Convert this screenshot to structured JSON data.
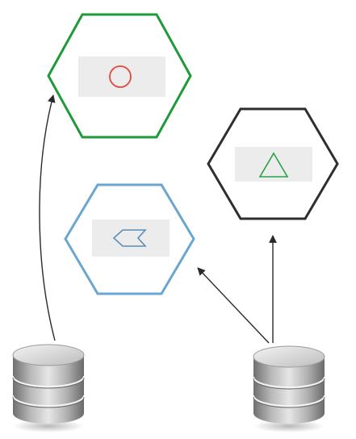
{
  "colors": {
    "background": "#ffffff",
    "hexagon_top_left": "#1f9a3a",
    "hexagon_middle_left": "#6aa6cf",
    "hexagon_right": "#2e2e2e",
    "inner_panel": "#ececec",
    "circle_symbol": "#e24a3b",
    "triangle_symbol": "#2aa24a",
    "chevron_symbol": "#5a8fb5",
    "arrows": "#2a2a2a",
    "database_body": "#a9a9a9"
  },
  "nodes": [
    {
      "name": "hexagon-circle",
      "symbol": "circle-icon"
    },
    {
      "name": "hexagon-chevron",
      "symbol": "chevron-icon"
    },
    {
      "name": "hexagon-triangle",
      "symbol": "triangle-icon"
    },
    {
      "name": "database-left",
      "symbol": "database-icon"
    },
    {
      "name": "database-right",
      "symbol": "database-icon"
    }
  ],
  "edges": [
    {
      "from": "database-left",
      "to": "hexagon-circle"
    },
    {
      "from": "database-right",
      "to": "hexagon-chevron"
    },
    {
      "from": "database-right",
      "to": "hexagon-triangle"
    }
  ]
}
